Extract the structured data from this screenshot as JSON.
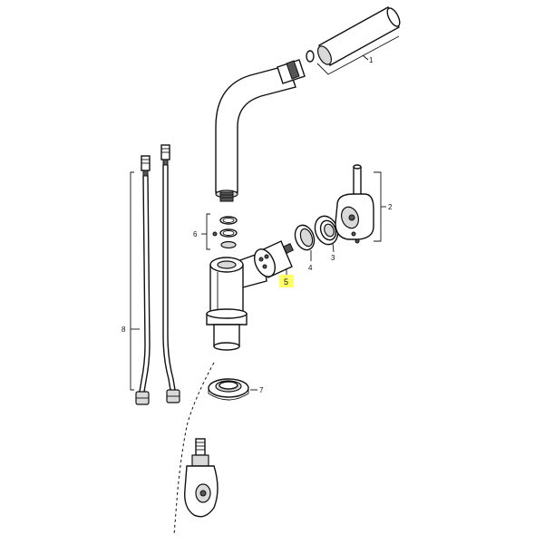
{
  "diagram": {
    "highlight_color": "#ffff66",
    "labels": {
      "part_1": "1",
      "part_2": "2",
      "part_3": "3",
      "part_4": "4",
      "part_5": "5",
      "part_6": "6",
      "part_7": "7",
      "part_8": "8"
    }
  }
}
